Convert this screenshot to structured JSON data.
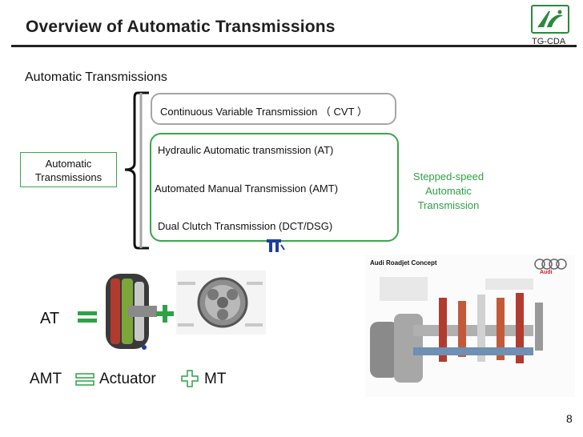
{
  "header": {
    "title": "Overview of Automatic Transmissions",
    "org": "TG-CDA",
    "brand_color": "#2a8a3e"
  },
  "subheading": "Automatic Transmissions",
  "diagram": {
    "root_label": "Automatic Transmissions",
    "cvt": "Continuous Variable Transmission （ CVT ）",
    "items": [
      "Hydraulic Automatic transmission (AT)",
      "Automated Manual Transmission (AMT)",
      "Dual Clutch Transmission (DCT/DSG)"
    ],
    "stepped_label": "Stepped-speed Automatic Transmission",
    "accent_green": "#3aa64a",
    "accent_blue": "#1f3f9a"
  },
  "equations": {
    "at": "AT",
    "amt": "AMT",
    "actuator": "Actuator",
    "mt": "MT"
  },
  "roadjet": {
    "title": "Audi Roadjet Concept",
    "brand": "Audi"
  },
  "page_number": "8"
}
